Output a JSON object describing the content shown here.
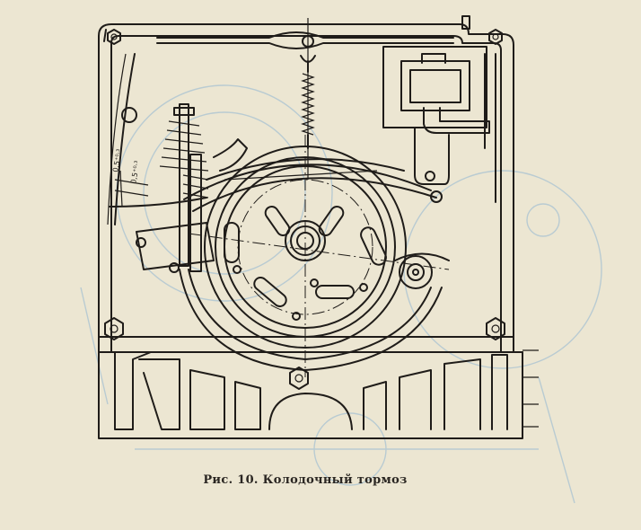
{
  "figure": {
    "caption": "Рис. 10. Колодочный тормоз",
    "dimension_labels": [
      "0,5⁺⁰·³",
      "0,5⁺⁰·³"
    ],
    "colors": {
      "paper": "#ece6d2",
      "ink": "#1f1c19",
      "bleed": "#b9cbd2"
    }
  }
}
